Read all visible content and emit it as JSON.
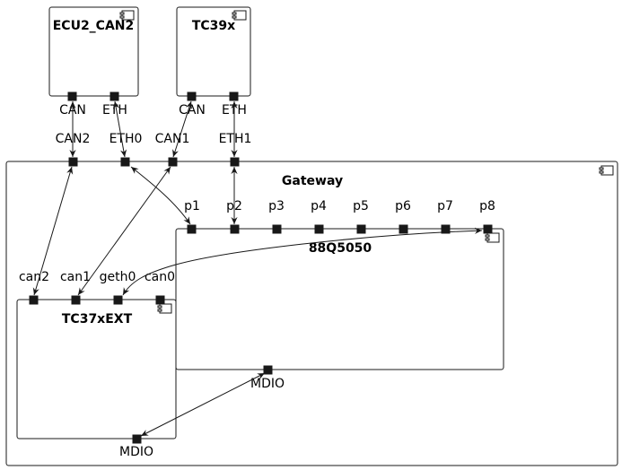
{
  "components": {
    "ecu2_can2": {
      "title": "ECU2_CAN2",
      "ports": {
        "can": "CAN",
        "eth": "ETH"
      }
    },
    "tc39x": {
      "title": "TC39x",
      "ports": {
        "can": "CAN",
        "eth": "ETH"
      }
    },
    "gateway": {
      "title": "Gateway",
      "ports": {
        "can2": "CAN2",
        "eth0": "ETH0",
        "can1": "CAN1",
        "eth1": "ETH1"
      }
    },
    "q5050": {
      "title": "88Q5050",
      "ports": {
        "p1": "p1",
        "p2": "p2",
        "p3": "p3",
        "p4": "p4",
        "p5": "p5",
        "p6": "p6",
        "p7": "p7",
        "p8": "p8",
        "mdio": "MDIO"
      }
    },
    "tc37xext": {
      "title": "TC37xEXT",
      "ports": {
        "can2": "can2",
        "can1": "can1",
        "geth0": "geth0",
        "can0": "can0",
        "mdio": "MDIO"
      }
    }
  }
}
